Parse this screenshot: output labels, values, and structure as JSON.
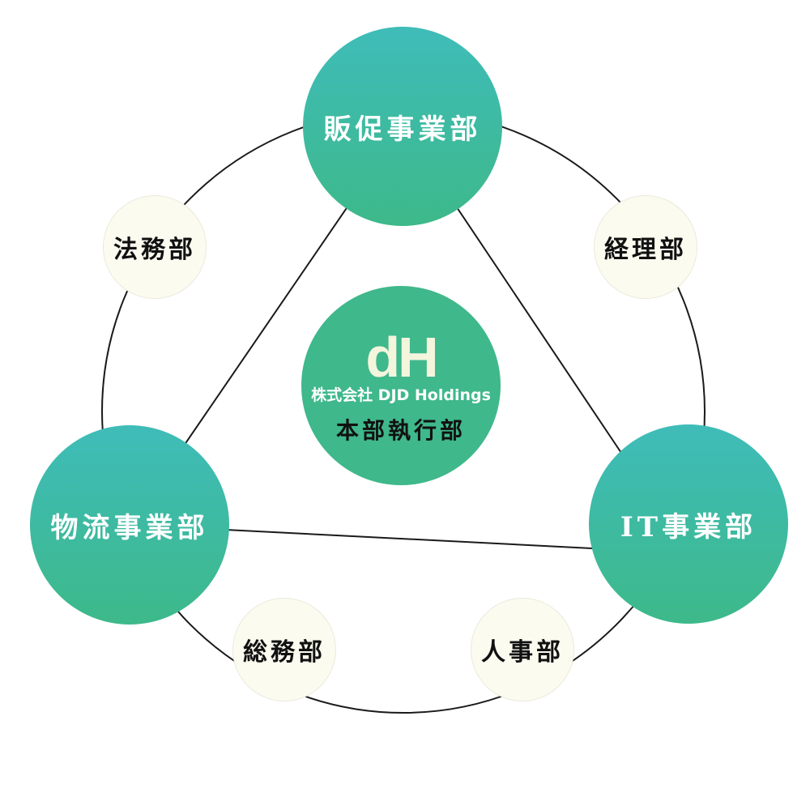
{
  "colors": {
    "major_gradient_top": "#3fbcb9",
    "major_gradient_bottom": "#3db98a",
    "center_fill": "#3fb88b",
    "minor_fill": "#fbfbf0",
    "line": "#1a1a1a"
  },
  "center": {
    "logo_mark": "dH",
    "company_name": "株式会社 DJD Holdings",
    "label": "本部執行部"
  },
  "major_divisions": {
    "top": "販促事業部",
    "left": "物流事業部",
    "right": "IT事業部"
  },
  "minor_departments": {
    "legal": "法務部",
    "accounting": "経理部",
    "general_affairs": "総務部",
    "human_resources": "人事部"
  }
}
